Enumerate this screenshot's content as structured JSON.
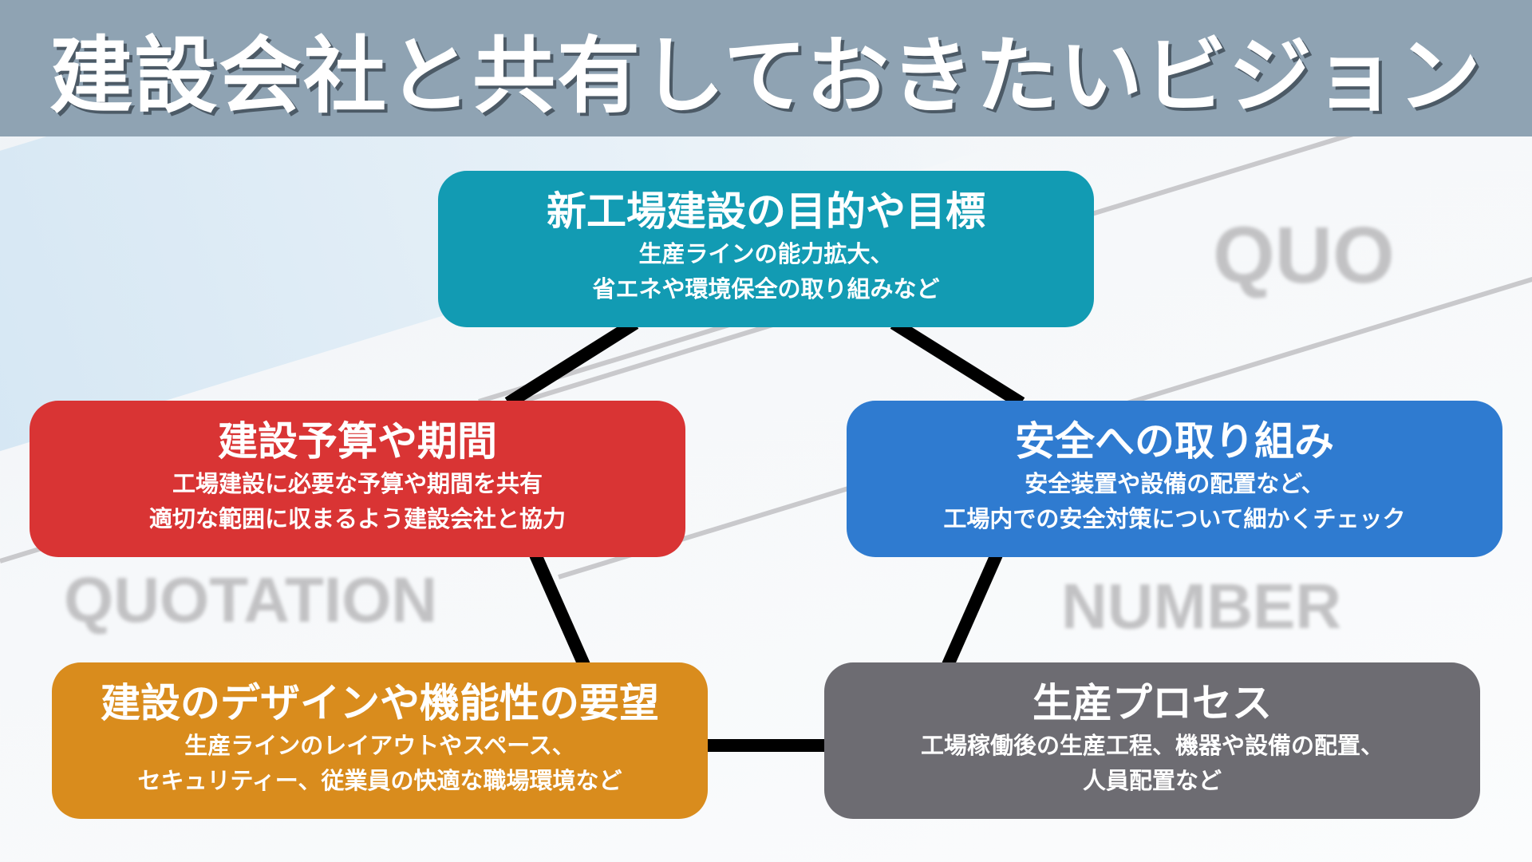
{
  "title": "建設会社と共有しておきたいビジョン",
  "background": {
    "word1": "QUOTATION",
    "word2": "NUMBER",
    "word3": "QUO"
  },
  "colors": {
    "header": "#8fa3b3",
    "teal": "#129bb3",
    "red": "#d93434",
    "blue": "#2f7bd0",
    "orange": "#d98c1d",
    "gray": "#6d6c72"
  },
  "items": [
    {
      "title": "新工場建設の目的や目標",
      "lines": [
        "生産ラインの能力拡大、",
        "省エネや環境保全の取り組みなど"
      ]
    },
    {
      "title": "建設予算や期間",
      "lines": [
        "工場建設に必要な予算や期間を共有",
        "適切な範囲に収まるよう建設会社と協力"
      ]
    },
    {
      "title": "安全への取り組み",
      "lines": [
        "安全装置や設備の配置など、",
        "工場内での安全対策について細かくチェック"
      ]
    },
    {
      "title": "建設のデザインや機能性の要望",
      "lines": [
        "生産ラインのレイアウトやスペース、",
        "セキュリティー、従業員の快適な職場環境など"
      ]
    },
    {
      "title": "生産プロセス",
      "lines": [
        "工場稼働後の生産工程、機器や設備の配置、",
        "人員配置など"
      ]
    }
  ]
}
